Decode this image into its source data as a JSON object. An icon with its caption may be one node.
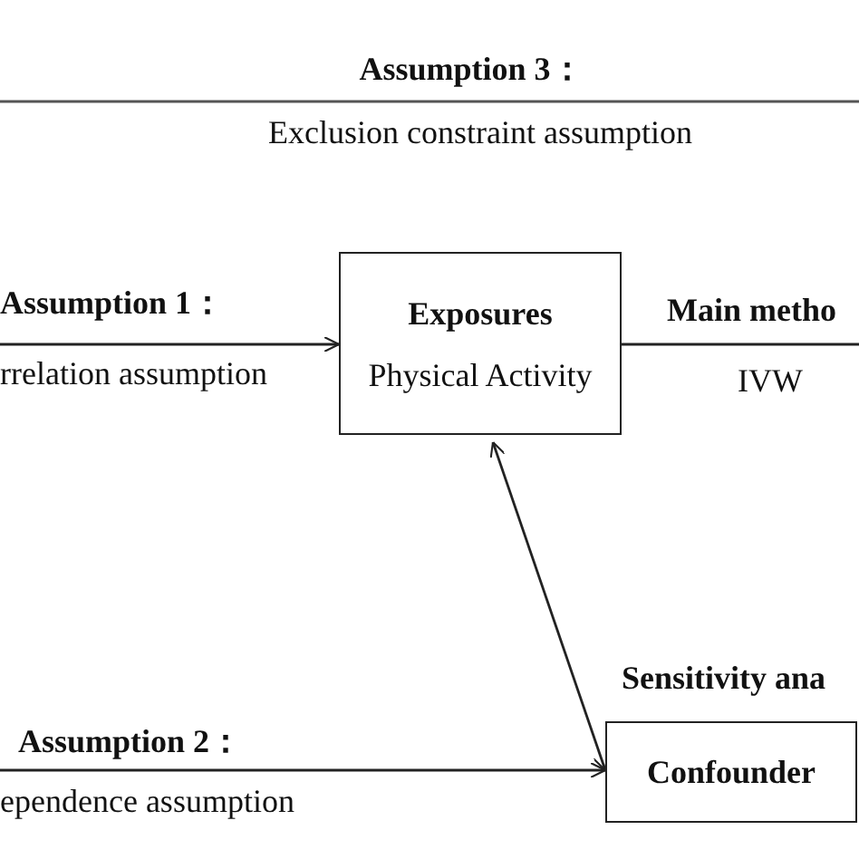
{
  "diagram": {
    "nodes": [
      {
        "text": [
          "Exposures",
          "Physical Activity"
        ]
      },
      {
        "text": [
          "Confounder"
        ]
      }
    ],
    "edges": [
      {
        "from": null,
        "to": 0,
        "arrow": "to"
      },
      {
        "from": 0,
        "to": null,
        "arrow": "none"
      },
      {
        "from": 0,
        "to": 1,
        "arrow": "both"
      },
      {
        "from": null,
        "to": 1,
        "arrow": "to"
      }
    ],
    "labels": [
      "Assumption 3：",
      "Exclusion constraint assumption",
      "Assumption 1：",
      "Main metho",
      "rrelation assumption",
      "IVW",
      "Sensitivity ana",
      "Assumption 2：",
      "ependence assumption"
    ]
  }
}
